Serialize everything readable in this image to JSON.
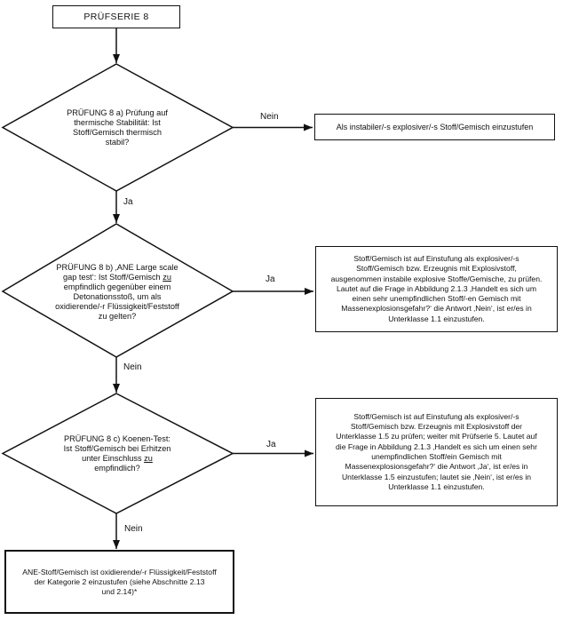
{
  "diagram": {
    "title": "PRÜFSERIE 8",
    "decision_8a": {
      "text": "PRÜFUNG 8 a) Prüfung auf\nthermische Stabilität: Ist\nStoff/Gemisch thermisch\nstabil?",
      "no_label": "Nein",
      "yes_label": "Ja"
    },
    "decision_8b": {
      "text_before_em": "PRÜFUNG 8 b) ‚ANE Large scale\ngap test‘: Ist Stoff/Gemisch ",
      "em_word": "zu",
      "text_after_em": "\nempfindlich gegenüber einem\nDetonationsstoß, um als\noxidierende/-r Flüssigkeit/Feststoff\nzu gelten?",
      "yes_label": "Ja",
      "no_label": "Nein"
    },
    "decision_8c": {
      "text_before_em": "PRÜFUNG 8 c) Koenen-Test:\nIst Stoff/Gemisch bei Erhitzen\nunter Einschluss ",
      "em_word": "zu",
      "text_after_em": "\nempfindlich?",
      "yes_label": "Ja",
      "no_label": "Nein"
    },
    "result_unstable": {
      "text": "Als instabiler/-s explosiver/-s Stoff/Gemisch einzustufen"
    },
    "result_subclass_1_1": {
      "text": "Stoff/Gemisch ist auf Einstufung als explosiver/-s\nStoff/Gemisch bzw. Erzeugnis mit Explosivstoff,\nausgenommen instabile explosive Stoffe/Gemische, zu prüfen.\nLautet auf die Frage in Abbildung 2.1.3 ‚Handelt es sich um\neinen sehr unempfindlichen Stoff/-en Gemisch mit\nMassenexplosionsgefahr?‘ die Antwort ‚Nein‘, ist er/es in\nUnterklasse 1.1 einzustufen."
    },
    "result_subclass_1_5": {
      "text": "Stoff/Gemisch ist auf Einstufung als explosiver/-s\nStoff/Gemisch bzw. Erzeugnis mit Explosivstoff der\nUnterklasse 1.5 zu prüfen; weiter mit Prüfserie 5. Lautet auf\ndie Frage in Abbildung 2.1.3 ‚Handelt es sich um einen sehr\nunempfindlichen Stoff/ein Gemisch mit\nMassenexplosionsgefahr?‘ die Antwort ‚Ja‘, ist er/es in\nUnterklasse 1.5 einzustufen; lautet sie ‚Nein‘, ist er/es in\nUnterklasse 1.1 einzustufen."
    },
    "result_ane_category_2": {
      "text": "ANE-Stoff/Gemisch ist oxidierende/-r Flüssigkeit/Feststoff\nder Kategorie 2 einzustufen (siehe Abschnitte 2.13\nund 2.14)*"
    },
    "colors": {
      "line": "#111111",
      "background": "#ffffff"
    }
  }
}
